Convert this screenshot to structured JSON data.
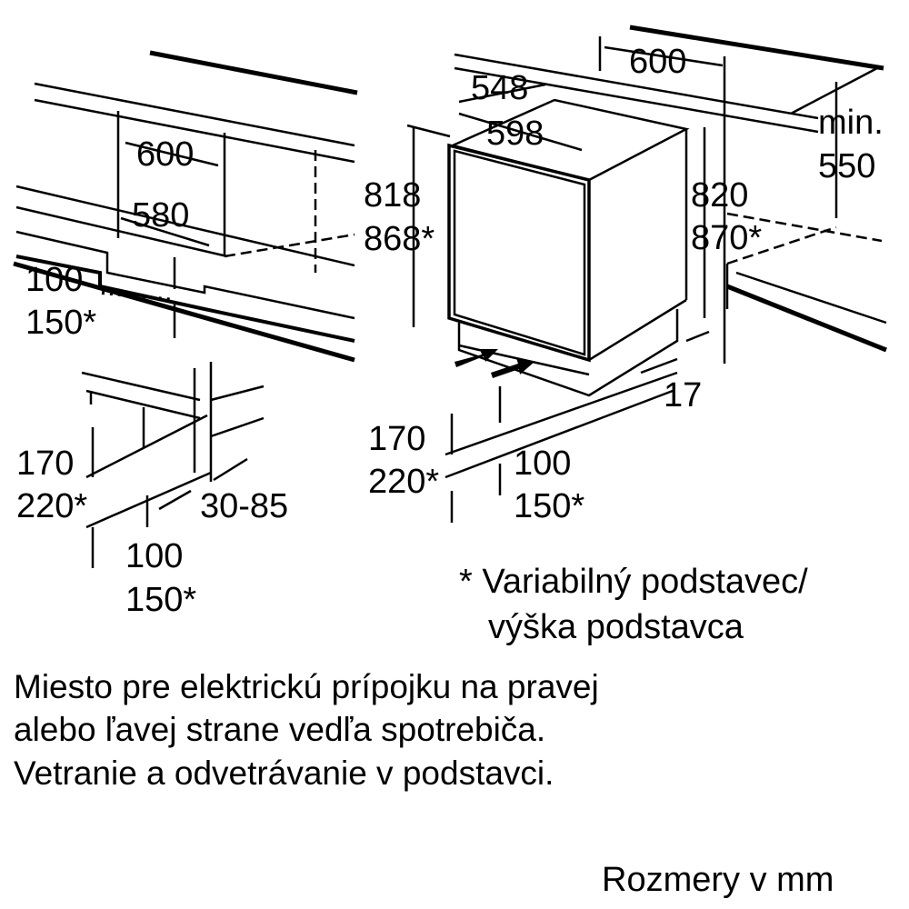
{
  "left_top": {
    "width_600": "600",
    "width_580": "580",
    "plinth_100": "100",
    "plinth_150": "150*"
  },
  "left_bottom": {
    "h_170": "170",
    "h_220": "220*",
    "depth_30_85": "30-85",
    "h_100": "100",
    "h_150": "150*"
  },
  "right": {
    "depth_548": "548",
    "width_598": "598",
    "niche_600": "600",
    "min_label": "min.",
    "min_550": "550",
    "height_818": "818",
    "height_868": "868*",
    "niche_820": "820",
    "niche_870": "870*",
    "gap_17": "17",
    "plinth_170": "170",
    "plinth_220": "220*",
    "plinth_100": "100",
    "plinth_150": "150*"
  },
  "note": {
    "line1": "* Variabilný podstavec/",
    "line2": "výška podstavca"
  },
  "paragraph": [
    "Miesto pre elektrickú prípojku na pravej",
    "alebo ľavej strane vedľa spotrebiča.",
    "Vetranie a odvetrávanie v podstavci."
  ],
  "units": "Rozmery v mm"
}
